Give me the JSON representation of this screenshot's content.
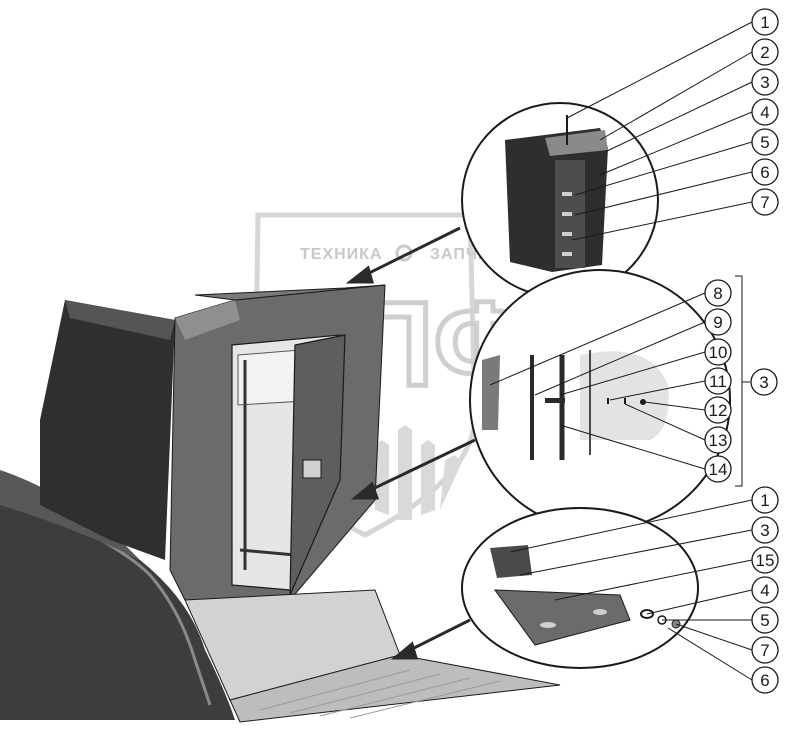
{
  "watermark": {
    "left_word": "ТЕХНИКА",
    "right_word": "ЗАПЧАСТИ",
    "monogram": "ЭПФ"
  },
  "callouts": {
    "top": [
      "1",
      "2",
      "3",
      "4",
      "5",
      "6",
      "7"
    ],
    "middle": [
      "8",
      "9",
      "10",
      "11",
      "12",
      "13",
      "14"
    ],
    "group_label": "3",
    "bottom": [
      "1",
      "3",
      "15",
      "4",
      "5",
      "7",
      "6"
    ]
  },
  "colors": {
    "line": "#1a1a1a",
    "cabinet_dark": "#3a3a3a",
    "cabinet_mid": "#6a6a6a",
    "cabinet_light": "#9a9a9a",
    "step_plate": "#d8d8d8",
    "watermark": "#cfcfcf"
  }
}
